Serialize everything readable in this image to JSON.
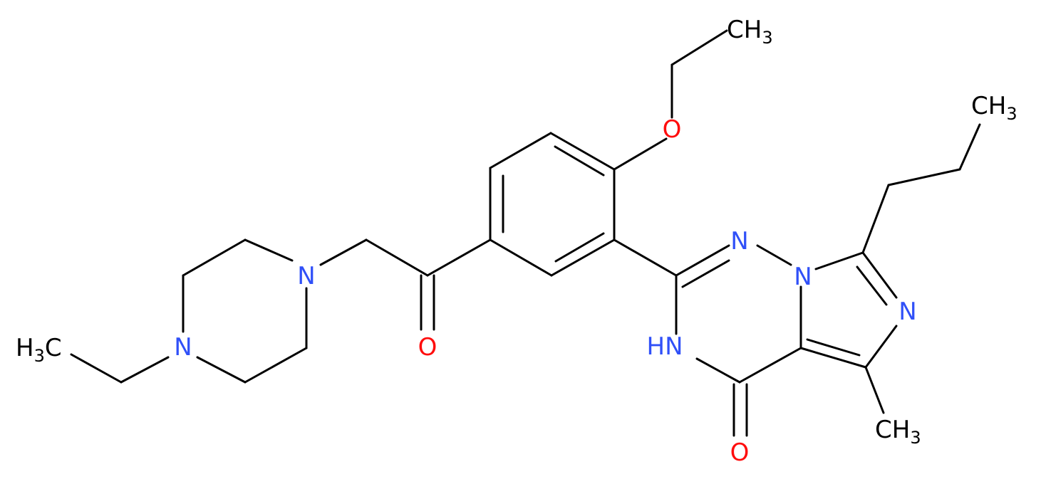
{
  "colors": {
    "bond": "#000000",
    "carbon": "#000000",
    "nitrogen": "#3050F8",
    "oxygen": "#FF0D0D",
    "background": "#ffffff"
  },
  "labels": {
    "ch3_ethoxy": {
      "main": "CH",
      "sub": "3"
    },
    "o_ethoxy": "O",
    "ch3_propyl": {
      "main": "CH",
      "sub": "3"
    },
    "n_triazine_top": "N",
    "n_bridge": "N",
    "n_imidazole": "N",
    "nh": "HN",
    "o_carbonyl": "O",
    "ch3_methyl": {
      "main": "CH",
      "sub": "3"
    },
    "o_ketone": "O",
    "n_pip_top": "N",
    "n_pip_bottom": "N",
    "h3c_ethyl": {
      "pre": "H",
      "sub": "3",
      "post": "C"
    }
  }
}
